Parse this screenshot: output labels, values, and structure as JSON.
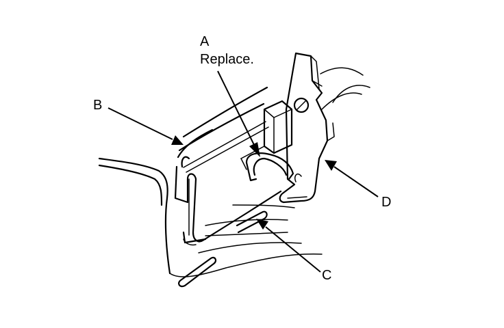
{
  "diagram": {
    "callouts": {
      "a_letter": "A",
      "a_note": "Replace.",
      "b": "B",
      "c": "C",
      "d": "D"
    },
    "colors": {
      "ink": "#000000",
      "paper": "#ffffff"
    }
  }
}
